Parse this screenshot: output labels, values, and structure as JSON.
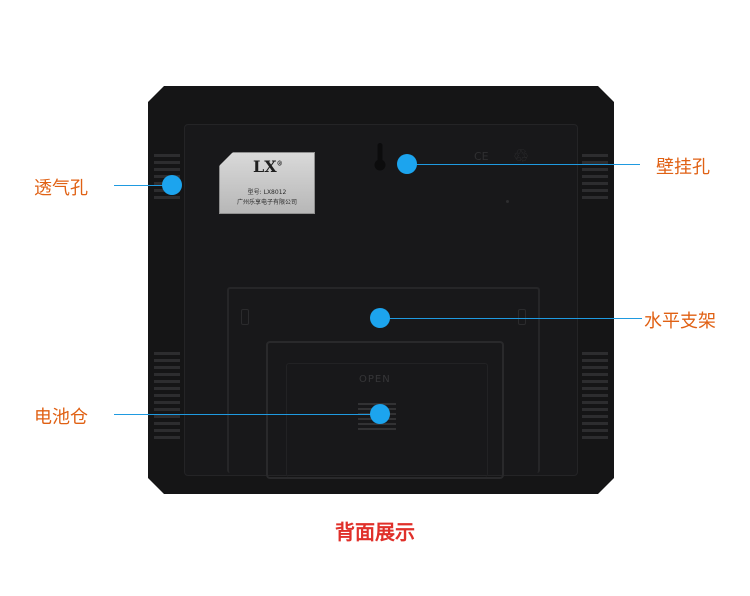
{
  "product_label": {
    "logo": "LX",
    "logo_mark": "®",
    "model": "型号: LX8012",
    "company": "广州乐享电子有限公司"
  },
  "back_markings": {
    "ce": "CE",
    "recycle": "♲",
    "open": "OPEN"
  },
  "callouts": {
    "vent": "透气孔",
    "wall_hole": "壁挂孔",
    "stand": "水平支架",
    "battery": "电池仓"
  },
  "caption": "背面展示",
  "colors": {
    "marker": "#1ca4ee",
    "callout_text": "#e06114",
    "caption_text": "#e0302a",
    "device": "#151516"
  }
}
